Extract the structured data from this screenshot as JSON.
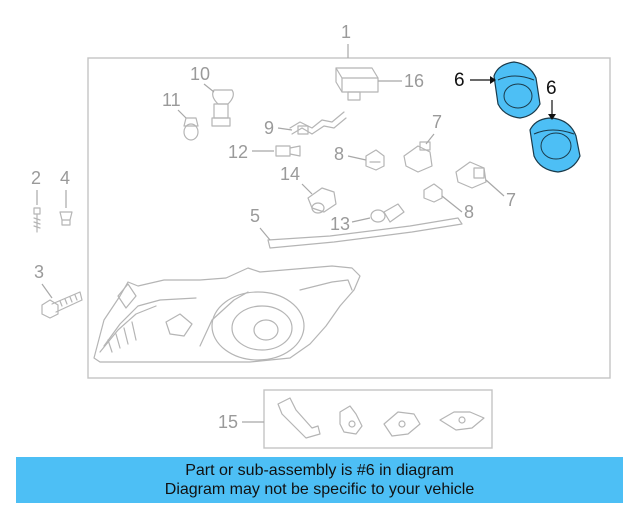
{
  "diagram": {
    "highlight_color": "#4dbff5",
    "callouts": {
      "c1": "1",
      "c2": "2",
      "c3": "3",
      "c4": "4",
      "c5": "5",
      "c6a": "6",
      "c6b": "6",
      "c7a": "7",
      "c7b": "7",
      "c8a": "8",
      "c8b": "8",
      "c9": "9",
      "c10": "10",
      "c11": "11",
      "c12": "12",
      "c13": "13",
      "c14": "14",
      "c15": "15",
      "c16": "16"
    }
  },
  "banner": {
    "background": "#4dbff5",
    "line1": "Part or sub-assembly is #6 in diagram",
    "line2": "Diagram may not be specific to your vehicle"
  }
}
